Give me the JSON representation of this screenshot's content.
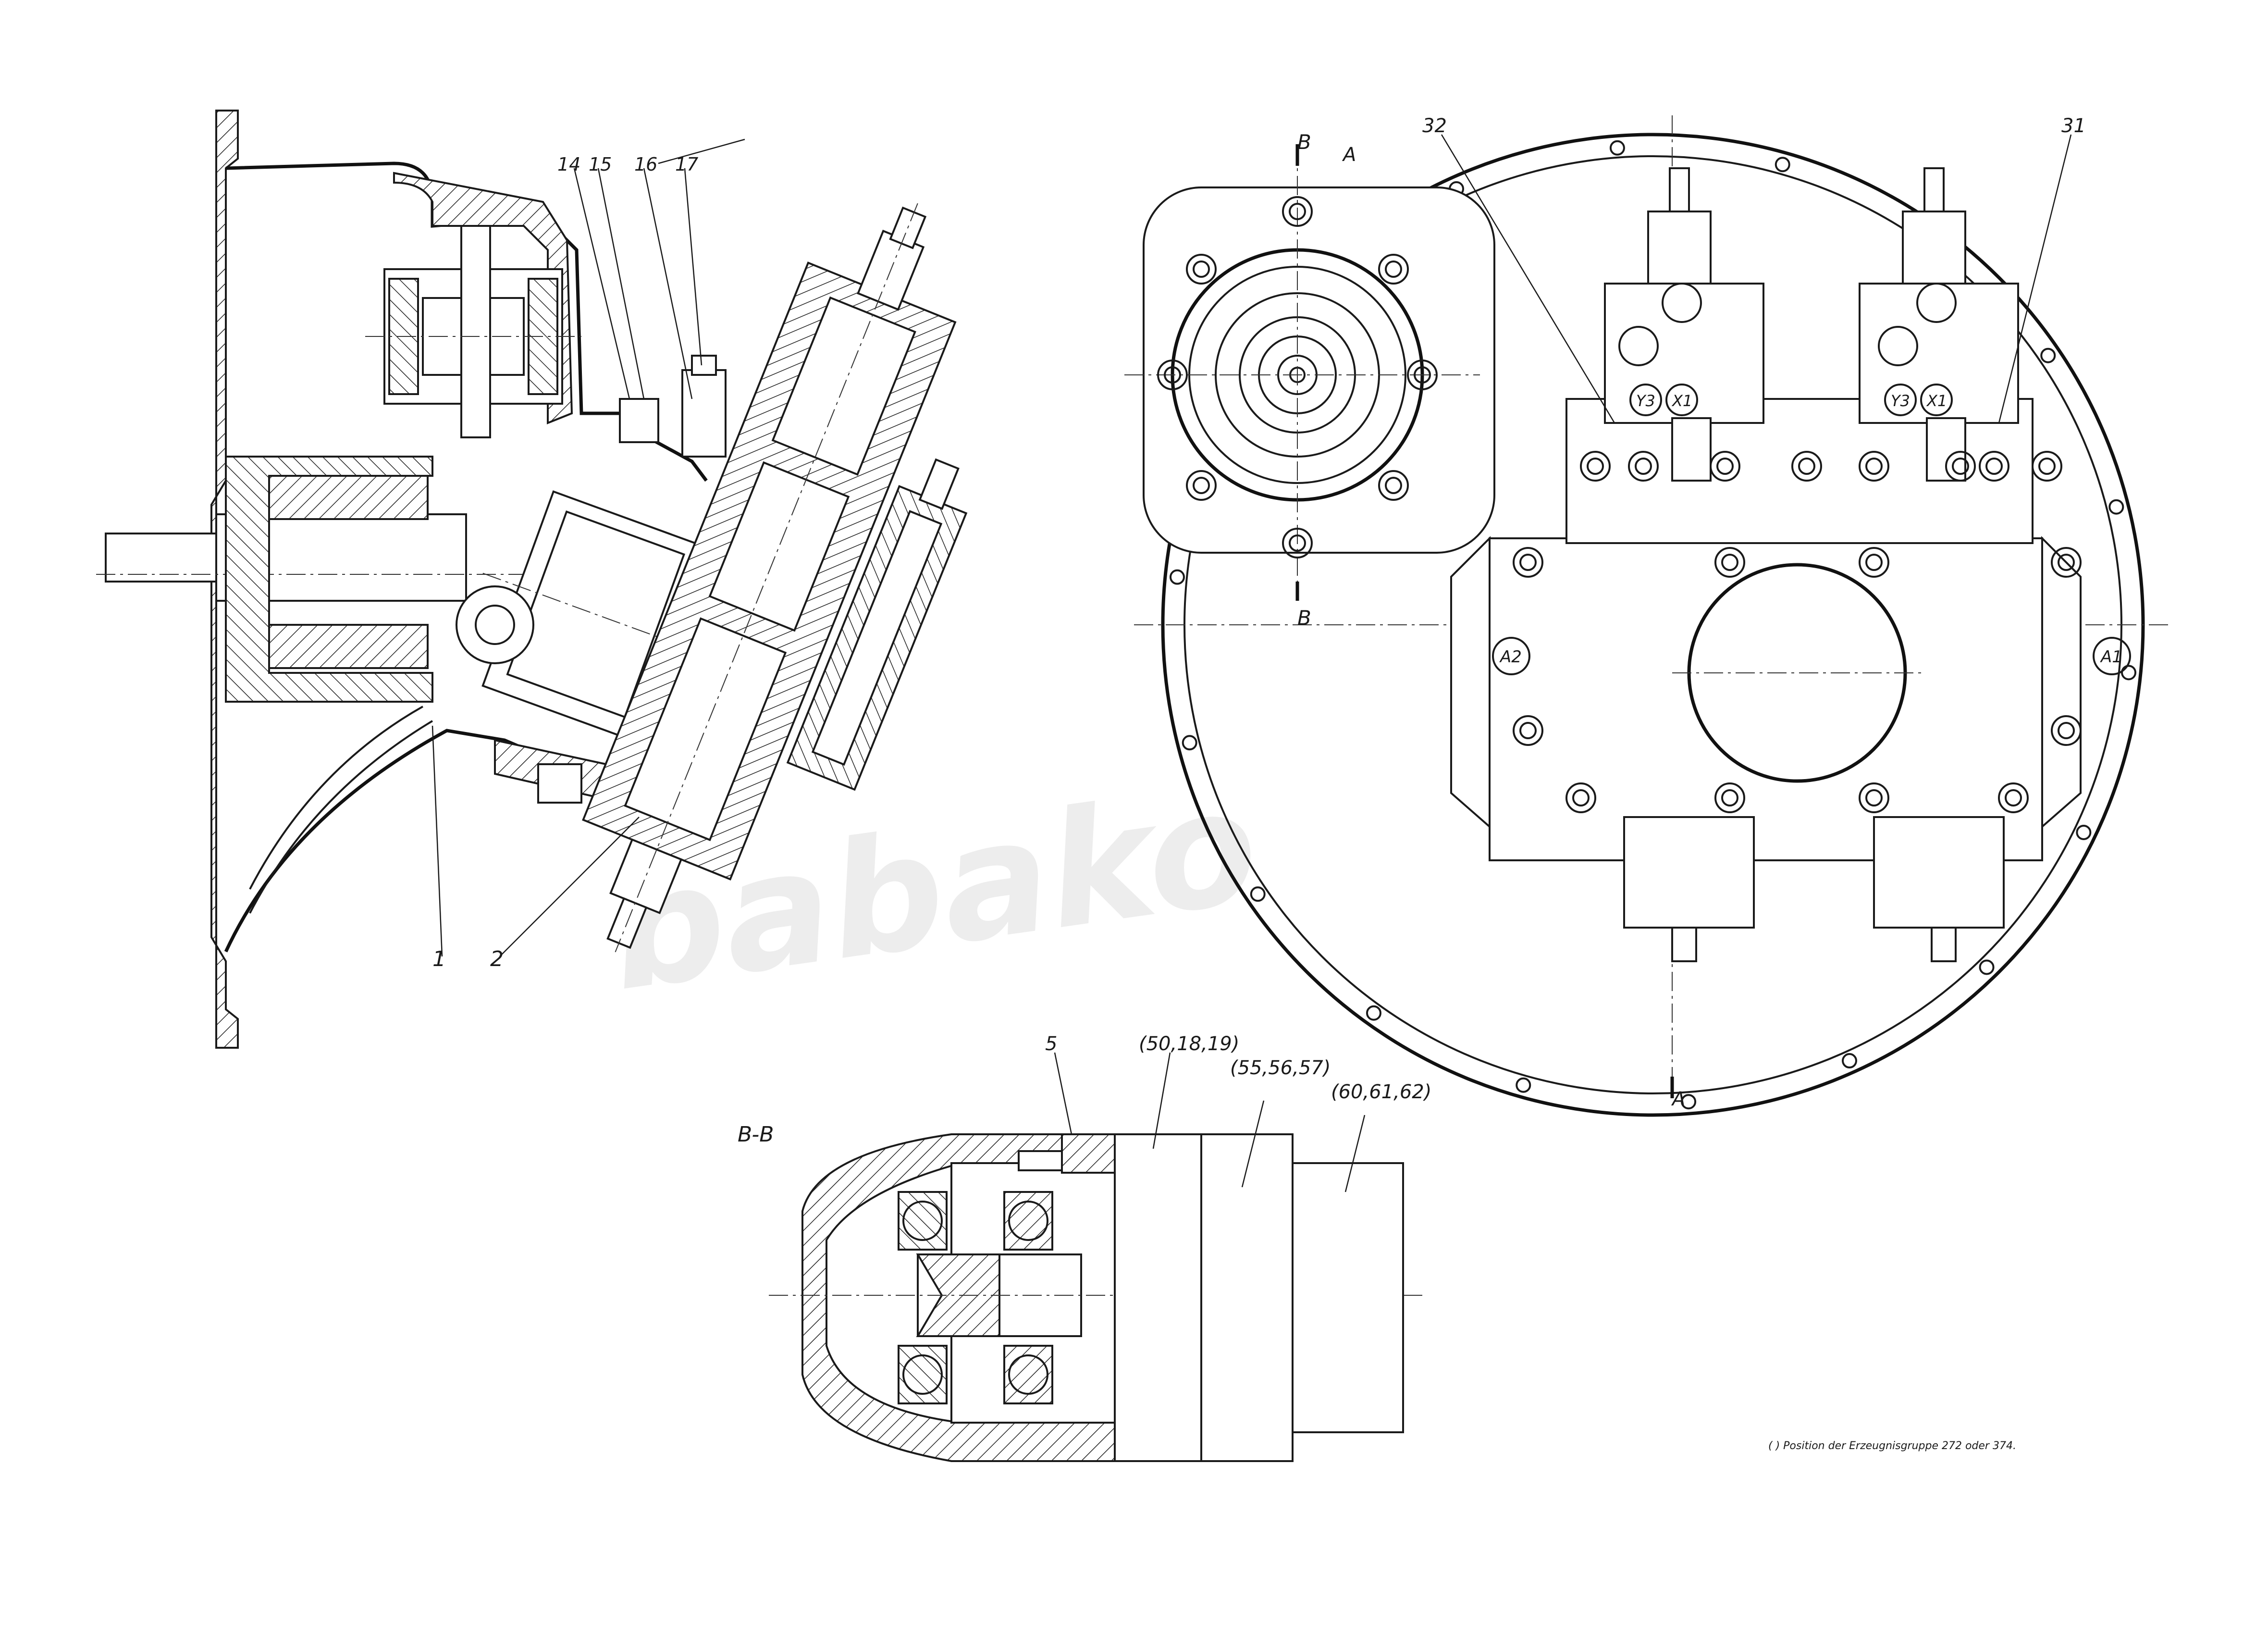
{
  "watermark": "babako",
  "left_view": {
    "callouts": [
      "1",
      "2",
      "14",
      "15",
      "16",
      "17"
    ]
  },
  "right_view": {
    "callouts": [
      "31",
      "32"
    ],
    "section_marks": {
      "a_top": "A",
      "a_bottom": "A",
      "b_top": "B",
      "b_bottom": "B"
    },
    "port_labels": {
      "y3_left": "Y3",
      "x1_left": "X1",
      "y3_right": "Y3",
      "x1_right": "X1",
      "a2": "A2",
      "a1": "A1"
    }
  },
  "section_view": {
    "title": "B-B",
    "callouts": [
      "5",
      "(50,18,19)",
      "(55,56,57)",
      "(60,61,62)"
    ]
  },
  "footnote": "( ) Position der Erzeugnisgruppe 272 oder 374."
}
